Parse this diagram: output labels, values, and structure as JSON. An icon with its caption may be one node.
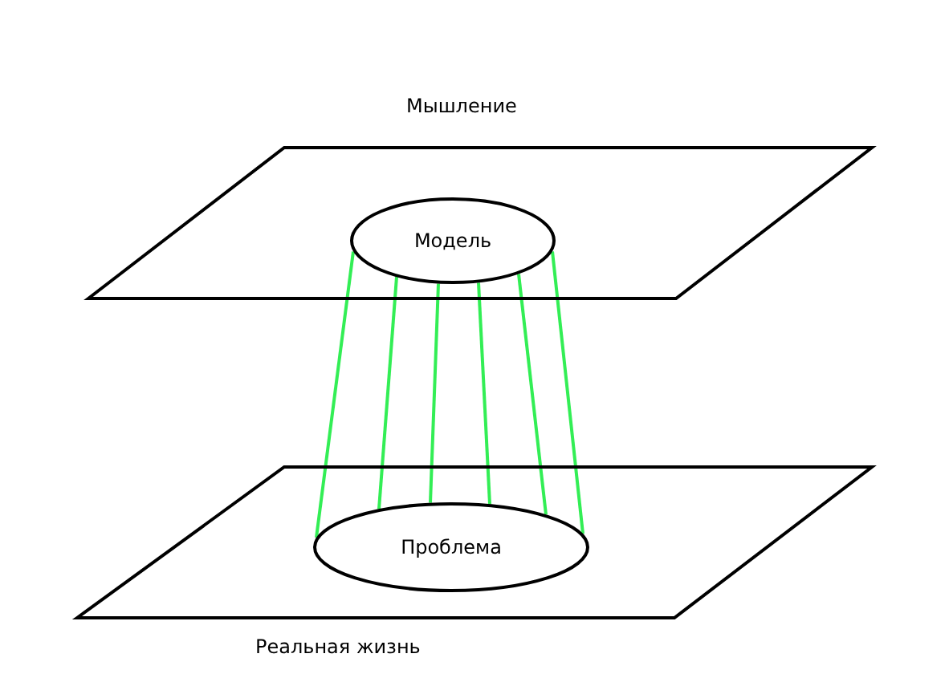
{
  "diagram": {
    "nodes": [
      {
        "text": [
          "Мышление"
        ]
      },
      {
        "text": [
          "Модель"
        ],
        "in": 0
      },
      {
        "text": [
          "Реальная жизнь"
        ]
      },
      {
        "text": [
          "Проблема"
        ],
        "in": 2
      }
    ],
    "edges": [
      {
        "from": 1,
        "to": 3,
        "arrow": "none"
      },
      {
        "from": 1,
        "to": 3,
        "arrow": "none"
      },
      {
        "from": 1,
        "to": 3,
        "arrow": "none"
      },
      {
        "from": 1,
        "to": 3,
        "arrow": "none"
      },
      {
        "from": 1,
        "to": 3,
        "arrow": "none"
      },
      {
        "from": 1,
        "to": 3,
        "arrow": "none"
      }
    ]
  }
}
